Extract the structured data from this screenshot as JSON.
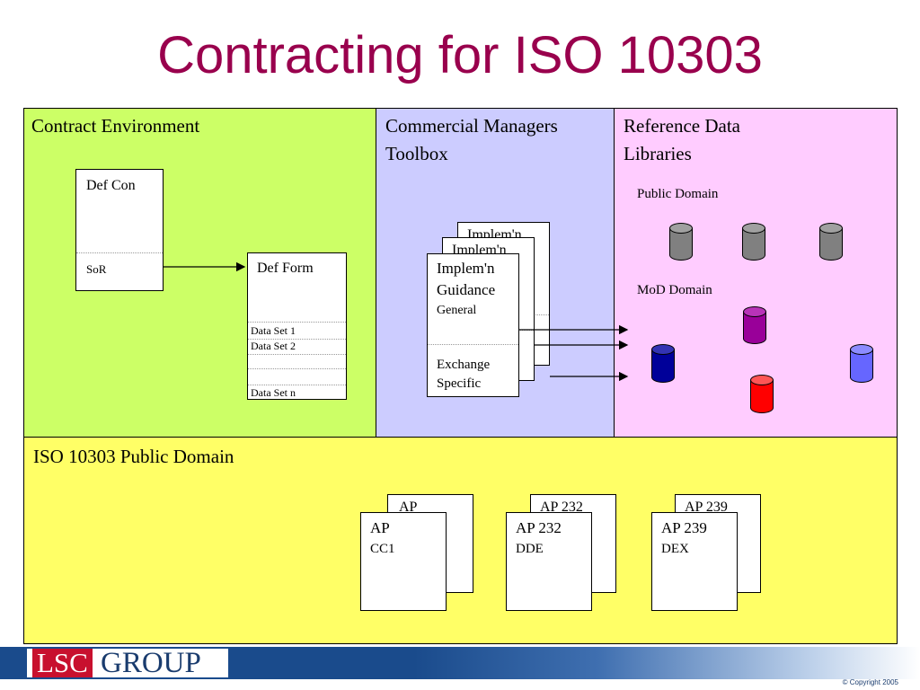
{
  "title": "Contracting for ISO 10303",
  "panels": {
    "contract_env": {
      "title": "Contract Environment",
      "def_con": {
        "label": "Def Con",
        "sor": "SoR"
      },
      "def_form": {
        "label": "Def Form",
        "rows": [
          "Data Set 1",
          "Data Set 2",
          "",
          "Data Set n"
        ]
      }
    },
    "cmt": {
      "title_line1": "Commercial Managers",
      "title_line2": "Toolbox",
      "guidance": {
        "label_line1": "Implem'n",
        "label_line2": "Guidance",
        "general": "General",
        "specific_line1": "Exchange",
        "specific_line2": "Specific",
        "back_label": "Implem'n"
      }
    },
    "rdl": {
      "title_line1": "Reference Data",
      "title_line2": "Libraries",
      "public_domain": "Public Domain",
      "mod_domain": "MoD Domain",
      "colors": {
        "public": "#808080",
        "purple": "#990099",
        "dark_blue": "#000099",
        "red": "#ff0000",
        "light_blue": "#6666ff"
      }
    },
    "iso": {
      "title": "ISO 10303 Public Domain",
      "aps": [
        {
          "name": "AP",
          "sub": "CC1",
          "back": "AP"
        },
        {
          "name": "AP 232",
          "sub": "DDE",
          "back": "AP 232"
        },
        {
          "name": "AP 239",
          "sub": "DEX",
          "back": "AP 239"
        }
      ]
    }
  },
  "footer": {
    "logo_lsc": "LSC",
    "logo_group": "GROUP",
    "copyright": "© Copyright 2005"
  }
}
